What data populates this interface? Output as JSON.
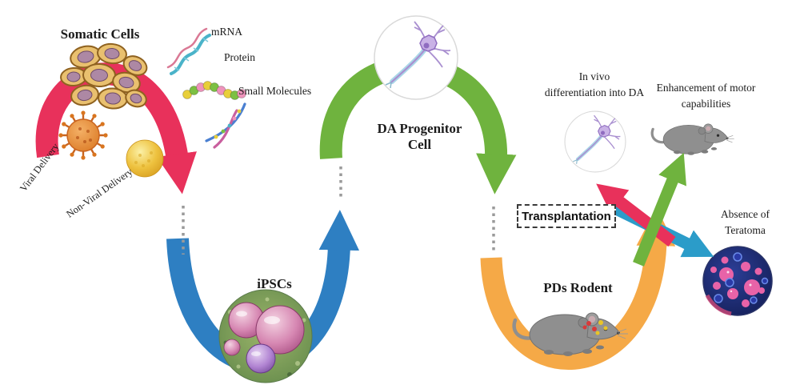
{
  "figure": {
    "stages": {
      "somatic_cells": "Somatic Cells",
      "ipscs": "iPSCs",
      "da_progenitor_lines": [
        "DA Progenitor",
        "Cell"
      ],
      "transplantation": "Transplantation",
      "pds_rodent": "PDs Rodent"
    },
    "factors": {
      "mrna": "mRNA",
      "protein": "Protein",
      "small_molecules": "Small Molecules"
    },
    "delivery": {
      "viral": "Viral Delivery",
      "non_viral": "Non-Viral Delivery"
    },
    "outcomes": {
      "in_vivo_lines": [
        "In vivo",
        "differentiation into DA"
      ],
      "motor_lines": [
        "Enhancement of motor",
        "capabilities"
      ],
      "teratoma_lines": [
        "Absence of",
        "Teratoma"
      ]
    },
    "colors": {
      "reprogramming_arrow": "#e8315b",
      "induction_arrow": "#2e7fc2",
      "differentiation_arrow": "#6fb33e",
      "transplant_arrow": "#f5a947",
      "teratoma_arrow": "#2b9cc9",
      "connector_dots": "#9a9a9a"
    }
  }
}
